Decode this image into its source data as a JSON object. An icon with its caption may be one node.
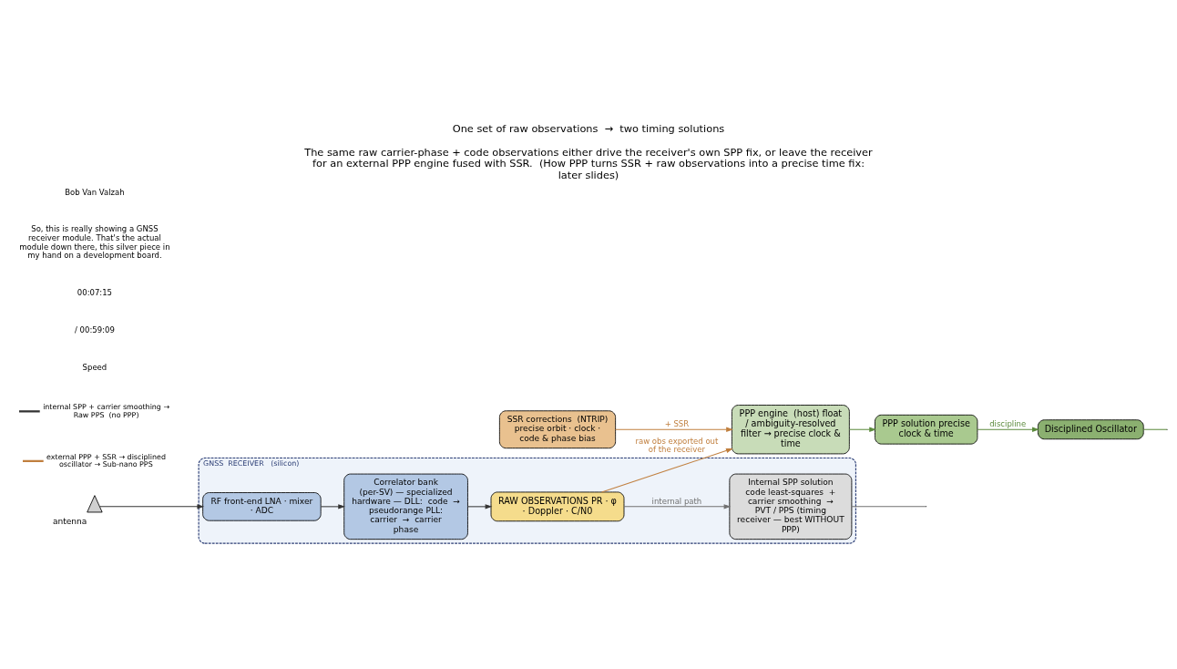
{
  "diagram": {
    "title": "One set of raw observations  →  two timing solutions",
    "caption": "The same raw carrier-phase + code observations either drive the receiver's own SPP fix, or leave the receiver for an external PPP engine fused with SSR.  (How PPP turns SSR + raw observations into a precise time fix:  later slides)",
    "nodes": [
      {
        "text": [
          "GNSS  RECEIVER   (silicon)"
        ]
      },
      {
        "text": [],
        "shape": "triangle",
        "beside": [
          "antenna"
        ]
      },
      {
        "text": [
          "RF front-end LNA · mixer · ADC"
        ],
        "in": 0
      },
      {
        "text": [
          "Correlator bank  (per-SV) — specialized hardware — DLL:  code  →  pseudorange PLL:  carrier  →  carrier phase"
        ],
        "in": 0
      },
      {
        "text": [
          "RAW OBSERVATIONS PR · φ · Doppler · C/N0"
        ],
        "in": 0
      },
      {
        "text": [
          "Internal SPP solution code least-squares  +  carrier smoothing  →  PVT / PPS (timing receiver — best WITHOUT PPP)"
        ],
        "in": 0
      },
      {
        "text": [
          "PPP engine  (host) float / ambiguity-resolved filter → precise clock & time"
        ]
      },
      {
        "text": [
          "PPP solution precise clock & time"
        ]
      },
      {
        "text": [
          "SSR corrections  (NTRIP) precise orbit · clock · code & phase bias"
        ]
      },
      {
        "text": [
          "Disciplined Oscillator"
        ]
      }
    ],
    "edges": [
      {
        "from": 1,
        "to": 2,
        "arrow": "to"
      },
      {
        "from": 2,
        "to": 3,
        "arrow": "to"
      },
      {
        "from": 3,
        "to": 4,
        "arrow": "to"
      },
      {
        "from": 4,
        "to": 6,
        "arrow": "to",
        "label": "raw obs exported out of the receiver",
        "color": "#c07f3e"
      },
      {
        "from": 4,
        "to": 5,
        "arrow": "to",
        "label": "internal path",
        "color": "#707070"
      },
      {
        "from": 8,
        "to": 6,
        "arrow": "to",
        "label": "+ SSR",
        "color": "#c07f3e"
      },
      {
        "from": 6,
        "to": 7,
        "arrow": "to",
        "color": "#5b8a3c"
      },
      {
        "from": 7,
        "to": 9,
        "arrow": "to",
        "label": "discipline",
        "color": "#5b8a3c"
      },
      {
        "from": 5,
        "to": null,
        "arrow": "none",
        "color": "#707070"
      },
      {
        "from": 9,
        "to": null,
        "arrow": "none",
        "color": "#5b8a3c"
      }
    ],
    "labels": [
      "Bob Van Valzah",
      "So, this is really showing a GNSS receiver module. That's the actual module down there, this silver piece in my hand on a development board.",
      "00:07:15",
      "/ 00:59:09",
      "Speed"
    ],
    "legend": [
      {
        "text": "internal SPP + carrier smoothing → Raw PPS  (no PPP)"
      },
      {
        "text": "external PPP + SSR → disciplined oscillator → Sub-nano PPS"
      }
    ]
  }
}
